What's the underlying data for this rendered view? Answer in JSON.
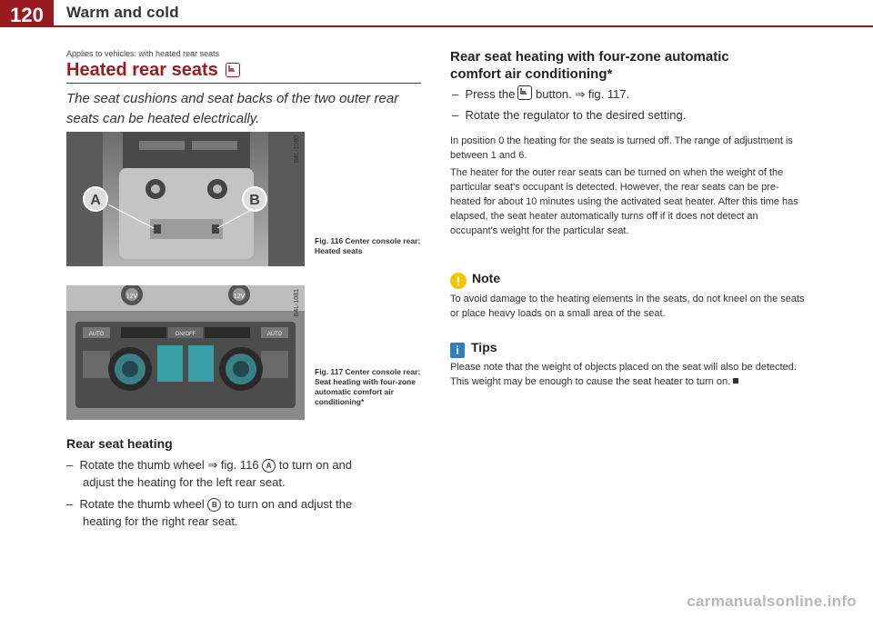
{
  "header": {
    "page_number": "120",
    "title": "Warm and cold"
  },
  "left": {
    "applies": "Applies to vehicles: with heated rear seats",
    "section_title": "Heated rear seats",
    "intro": "The seat cushions and seat backs of the two outer rear seats can be heated electrically.",
    "fig1": {
      "code": "B4L-1080",
      "label_a": "A",
      "label_b": "B",
      "caption": "Fig. 116  Center console rear: Heated seats"
    },
    "fig2": {
      "code": "B4L-1081",
      "label_12v": "12V",
      "label_auto": "AUTO",
      "label_onoff": "ON/OFF",
      "caption": "Fig. 117  Center console rear: Seat heating with four-zone automatic comfort air conditioning*"
    },
    "sub_title": "Rear seat heating",
    "step1_a": "Rotate the thumb wheel ⇒ fig. 116 ",
    "step1_circle": "A",
    "step1_b": " to turn on and",
    "step1_c": "adjust the heating for the left rear seat.",
    "step2_a": "Rotate the thumb wheel ",
    "step2_circle": "B",
    "step2_b": " to turn on and adjust the",
    "step2_c": "heating for the right rear seat."
  },
  "right": {
    "title_line1": "Rear seat heating with four-zone automatic",
    "title_line2": "comfort air conditioning*",
    "step1_a": "Press the",
    "step1_b": "button. ⇒ fig. 117.",
    "step2": "Rotate the regulator to the desired setting.",
    "para1": "In position 0 the heating for the seats is turned off. The range of adjustment is between 1 and 6.",
    "para2": "The heater for the outer rear seats can be turned on when the weight of the particular seat's occupant is detected. However, the rear seats can be pre-heated for about 10 minutes using the activated seat heater. After this time has elapsed, the seat heater automatically turns off if it does not detect an occupant's weight for the particular seat.",
    "note_title": "Note",
    "note_icon": "!",
    "note_text": "To avoid damage to the heating elements in the seats, do not kneel on the seats or place heavy loads on a small area of the seat.",
    "tips_title": "Tips",
    "tips_icon": "i",
    "tips_text": "Please note that the weight of objects placed on the seat will also be detected. This weight may be enough to cause the seat heater to turn on."
  },
  "watermark": "carmanualsonline.info"
}
